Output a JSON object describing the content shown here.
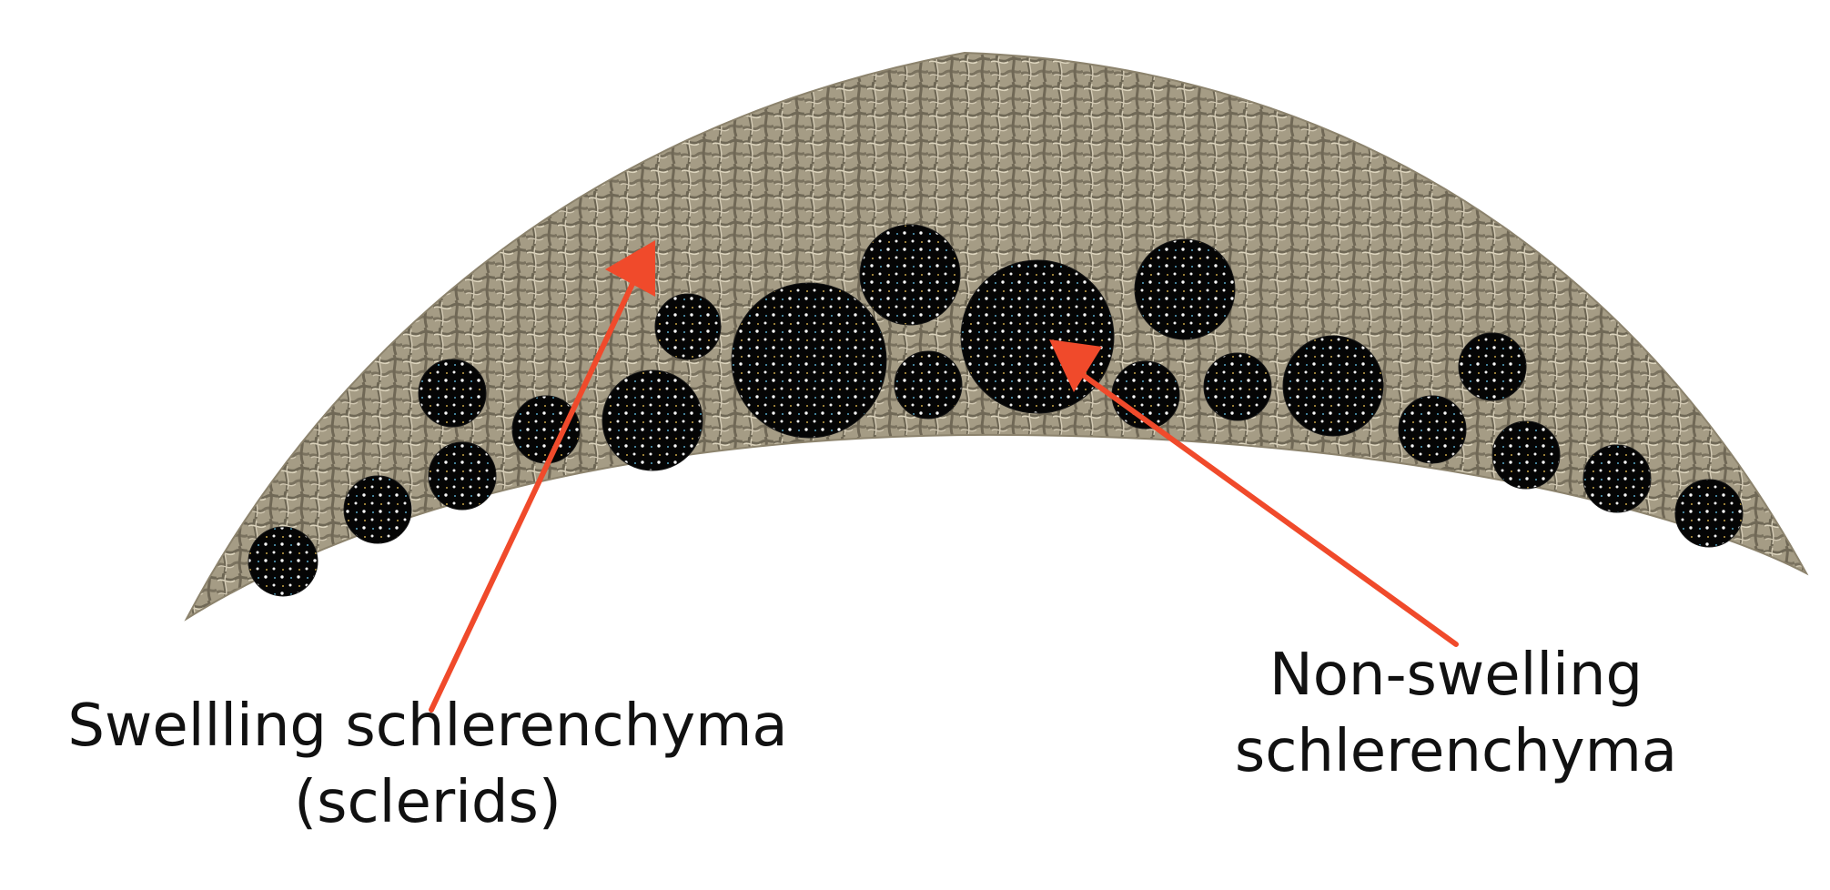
{
  "labels": {
    "swelling": {
      "line1": "Swellling schlerenchyma",
      "line2": "(sclerids)"
    },
    "non_swelling": {
      "line1": "Non-swelling",
      "line2": "schlerenchyma"
    }
  },
  "colors": {
    "tissue_base": "#a59c85",
    "tissue_dark": "#6f6856",
    "tissue_light": "#d8d0ba",
    "sclerenchyma": "#050505",
    "arrow": "#f04a2b",
    "text": "#111111"
  }
}
